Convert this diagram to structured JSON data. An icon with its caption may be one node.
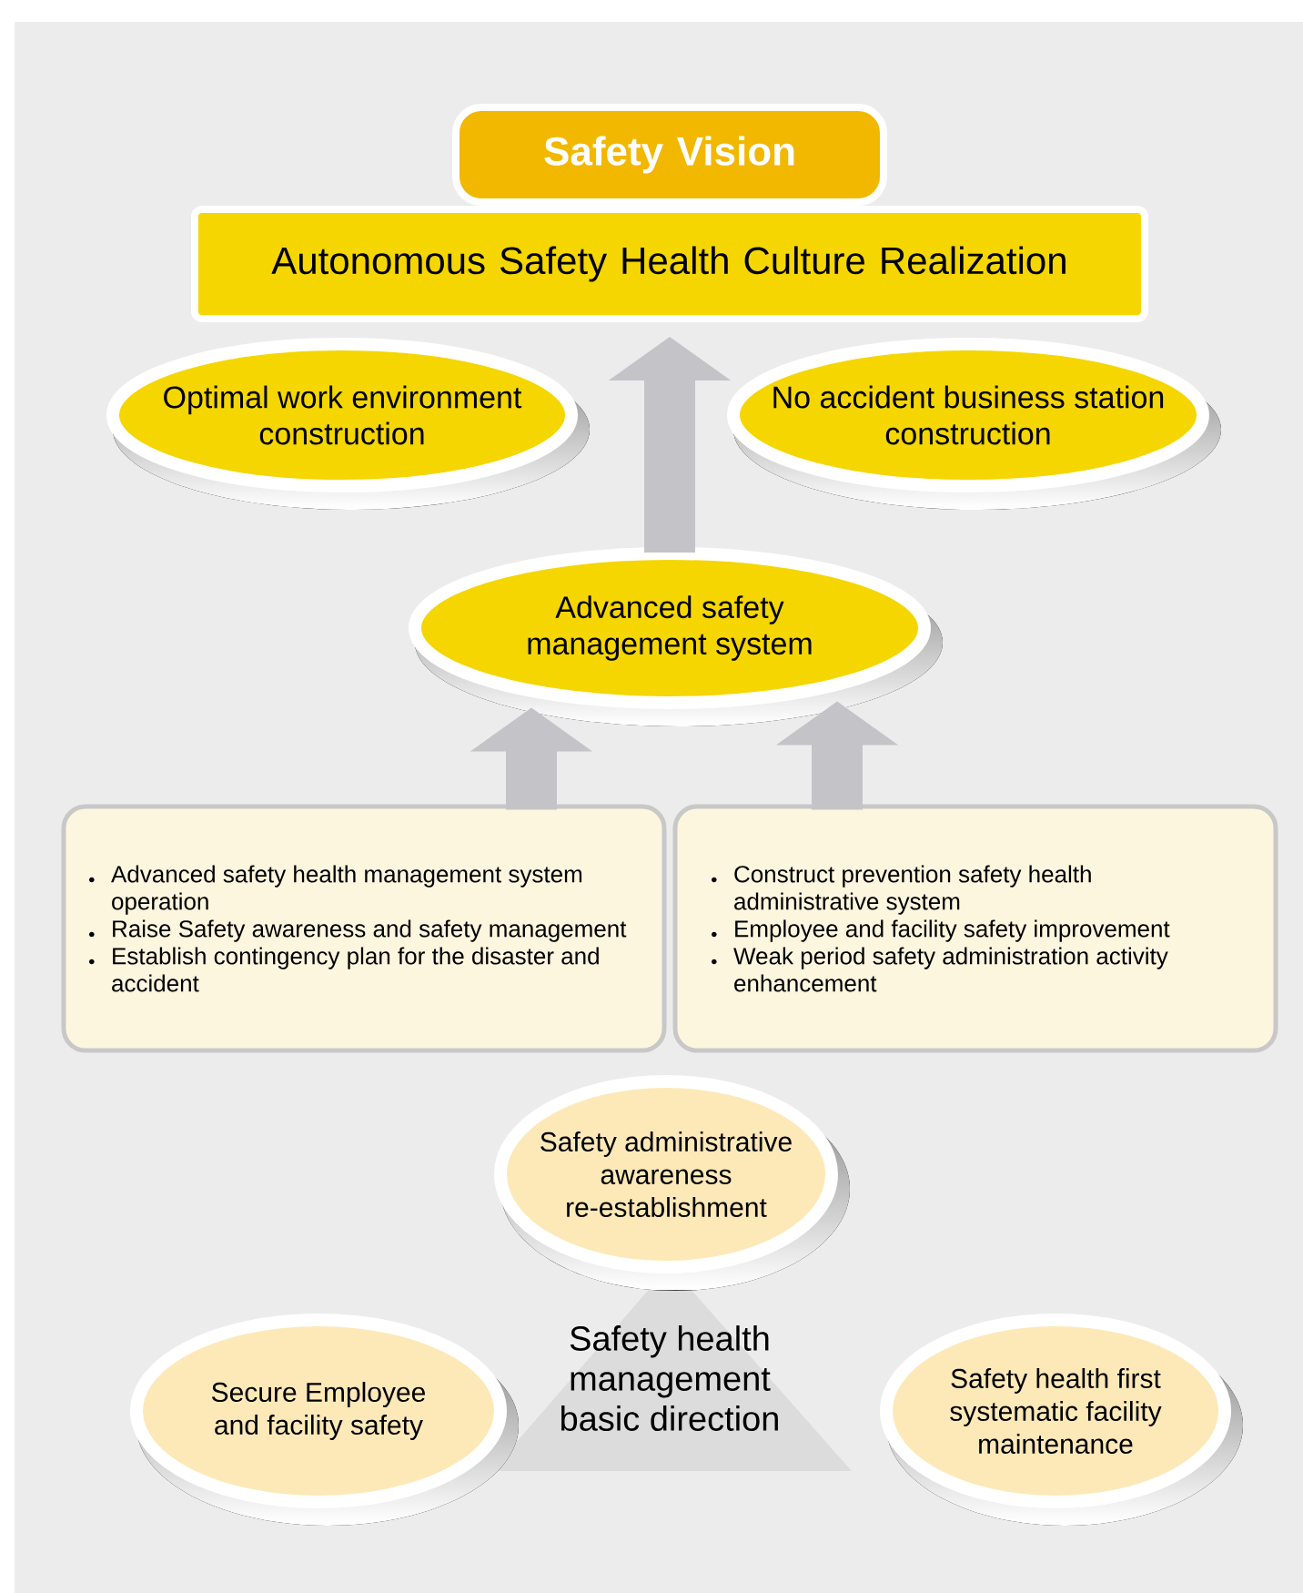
{
  "diagram": {
    "nodes": [
      {
        "text": [
          "Safety Vision"
        ]
      },
      {
        "text": [
          "Autonomous Safety Health Culture Realization"
        ]
      },
      {
        "text": [
          "Optimal work environment construction"
        ]
      },
      {
        "text": [
          "No accident business station construction"
        ]
      },
      {
        "text": [
          "Advanced safety management system"
        ]
      },
      {
        "text": [
          "Advanced safety health management system operation",
          "Raise Safety awareness and safety management",
          "Establish contingency plan for the disaster and accident"
        ]
      },
      {
        "text": [
          "Construct prevention safety health administrative system",
          "Employee and facility safety improvement",
          "Weak period safety administration activity enhancement"
        ]
      },
      {
        "text": [
          "Safety health management basic direction"
        ]
      },
      {
        "text": [
          "Safety administrative awareness re-establishment"
        ]
      },
      {
        "text": [
          "Secure Employee and facility safety"
        ]
      },
      {
        "text": [
          "Safety health first systematic facility maintenance"
        ]
      }
    ],
    "edges": [
      {
        "from": 4,
        "to": 1,
        "arrow": "to"
      },
      {
        "from": 5,
        "to": 4,
        "arrow": "to"
      },
      {
        "from": 6,
        "to": 4,
        "arrow": "to"
      }
    ]
  }
}
